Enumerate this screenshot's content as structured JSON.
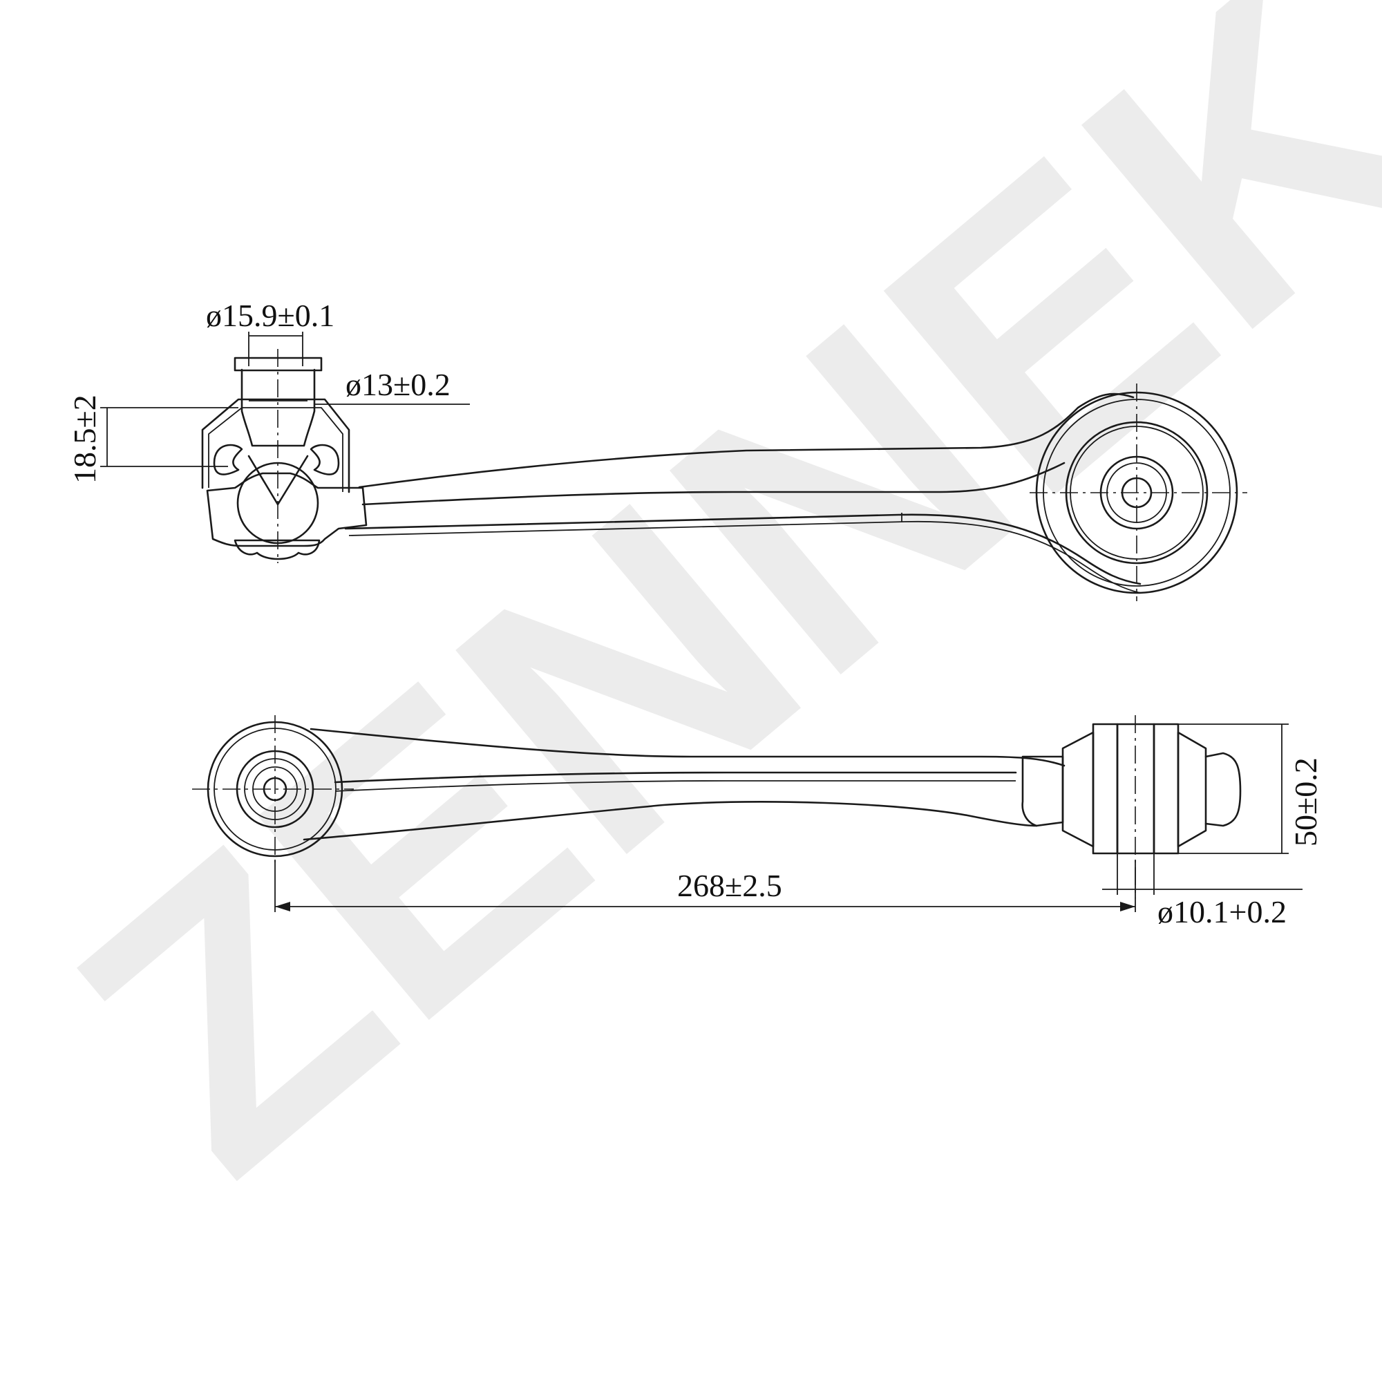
{
  "watermark": {
    "text": "ZENNEK",
    "color": "#ececec"
  },
  "dimensions": {
    "stud_diameter": "ø15.9±0.1",
    "taper_diameter": "ø13±0.2",
    "taper_height": "18.5±2",
    "bushing_width": "50±0.2",
    "center_distance": "268±2.5",
    "bushing_bore": "ø10.1+0.2"
  },
  "colors": {
    "ink": "#1a1a1a",
    "background": "#ffffff"
  }
}
